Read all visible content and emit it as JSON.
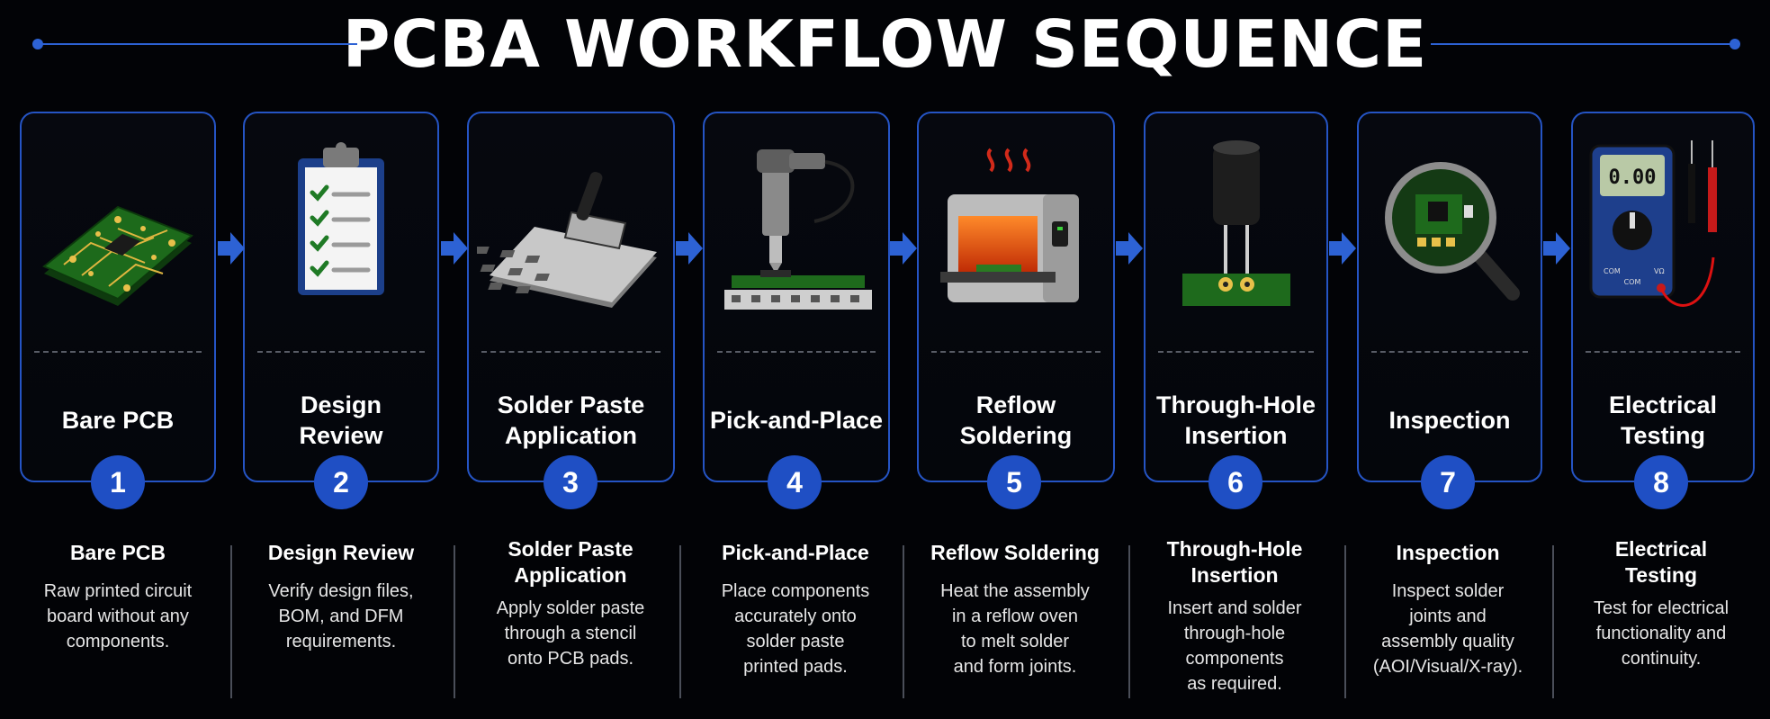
{
  "title": "PCBA WORKFLOW SEQUENCE",
  "colors": {
    "accent": "#1f4fc4",
    "border": "#2554c4",
    "background": "#020306"
  },
  "steps": [
    {
      "number": "1",
      "label": "Bare PCB",
      "icon": "pcb-board-icon",
      "desc_title": "Bare PCB",
      "desc": "Raw printed circuit\nboard without any\ncomponents."
    },
    {
      "number": "2",
      "label": "Design\nReview",
      "icon": "clipboard-checklist-icon",
      "desc_title": "Design Review",
      "desc": "Verify design files,\nBOM, and DFM\nrequirements."
    },
    {
      "number": "3",
      "label": "Solder Paste\nApplication",
      "icon": "stencil-squeegee-icon",
      "desc_title": "Solder Paste\nApplication",
      "desc": "Apply solder paste\nthrough a stencil\nonto PCB pads."
    },
    {
      "number": "4",
      "label": "Pick-and-Place",
      "icon": "pick-and-place-machine-icon",
      "desc_title": "Pick-and-Place",
      "desc": "Place components\naccurately onto\nsolder paste\nprinted pads."
    },
    {
      "number": "5",
      "label": "Reflow\nSoldering",
      "icon": "reflow-oven-icon",
      "desc_title": "Reflow Soldering",
      "desc": "Heat the assembly\nin a reflow oven\nto melt solder\nand form joints."
    },
    {
      "number": "6",
      "label": "Through-Hole\nInsertion",
      "icon": "capacitor-icon",
      "desc_title": "Through-Hole\nInsertion",
      "desc": "Insert and solder\nthrough-hole\ncomponents\nas required."
    },
    {
      "number": "7",
      "label": "Inspection",
      "icon": "magnifier-icon",
      "desc_title": "Inspection",
      "desc": "Inspect solder\njoints and\nassembly quality\n(AOI/Visual/X-ray)."
    },
    {
      "number": "8",
      "label": "Electrical\nTesting",
      "icon": "multimeter-icon",
      "desc_title": "Electrical\nTesting",
      "desc": "Test for electrical\nfunctionality and\ncontinuity."
    }
  ],
  "multimeter": {
    "display": "0.00",
    "port_com": "COM",
    "port_left": "COM",
    "port_right": "VΩ"
  }
}
